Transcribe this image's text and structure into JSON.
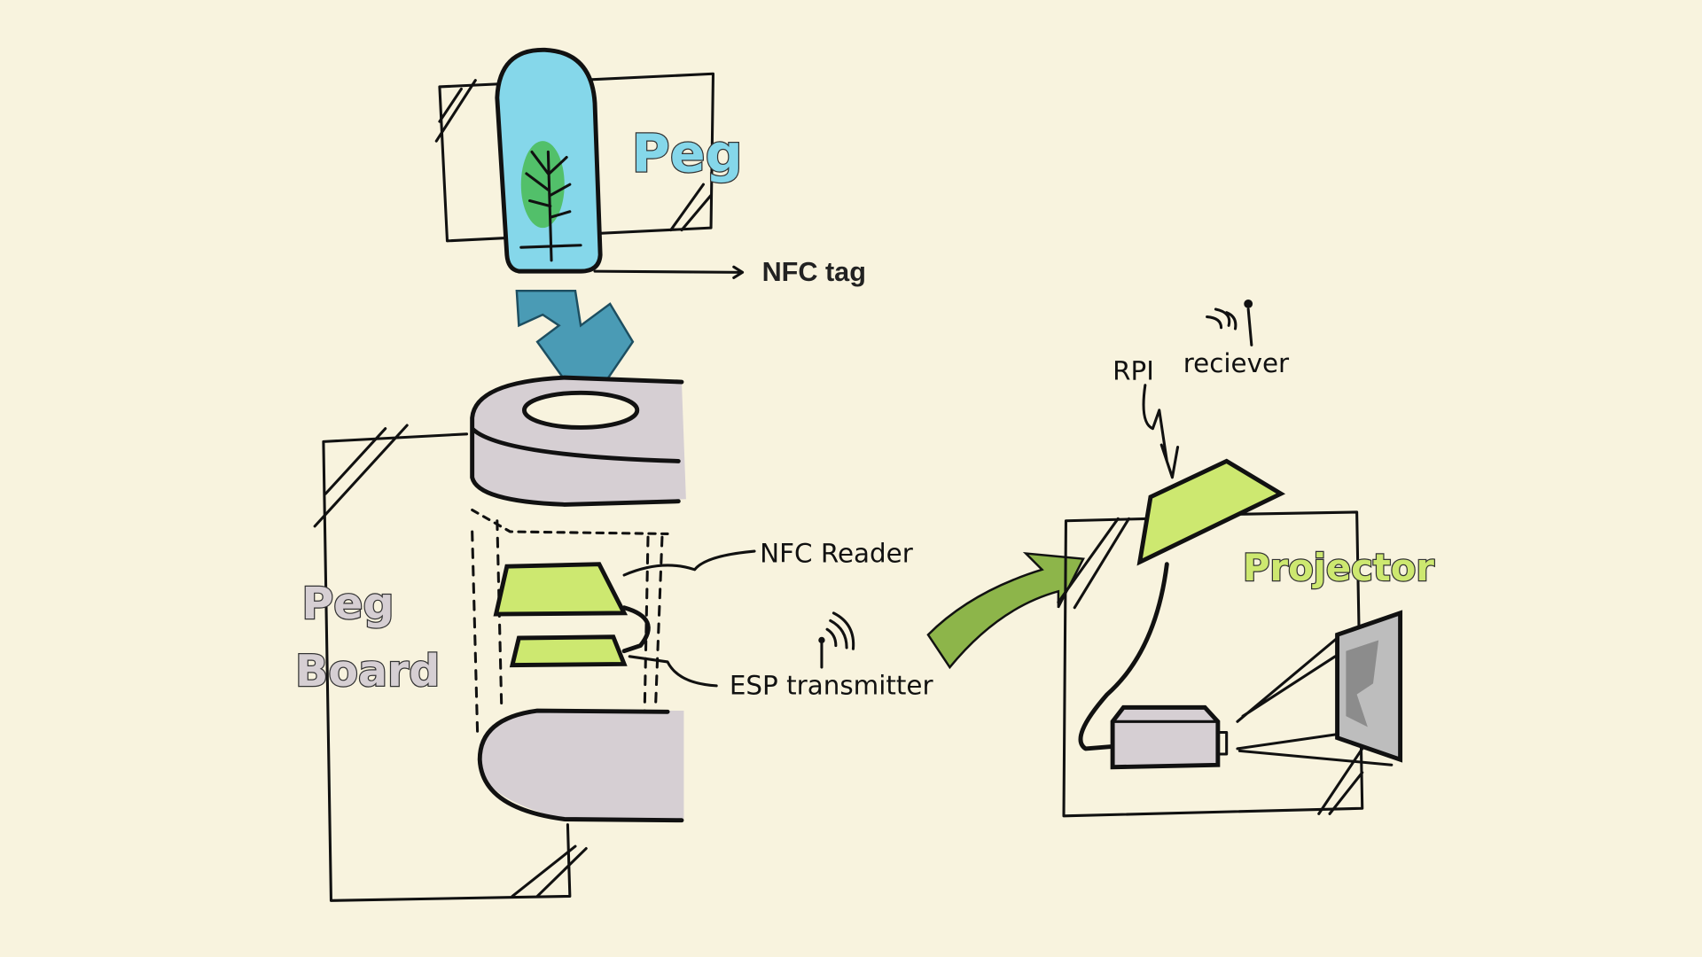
{
  "labels": {
    "peg_title": "Peg",
    "nfc_tag": "NFC tag",
    "rpi": "RPI",
    "reciever": "reciever",
    "nfc_reader": "NFC Reader",
    "esp_transmitter": "ESP transmitter",
    "peg_board_line1": "Peg",
    "peg_board_line2": "Board",
    "projector": "Projector"
  },
  "colors": {
    "background": "#f8f3de",
    "peg_blue": "#85d7ea",
    "arrow_teal": "#4a9bb5",
    "board_gray": "#d6cfd3",
    "module_green": "#cde870",
    "arrow_green": "#8db54a"
  }
}
